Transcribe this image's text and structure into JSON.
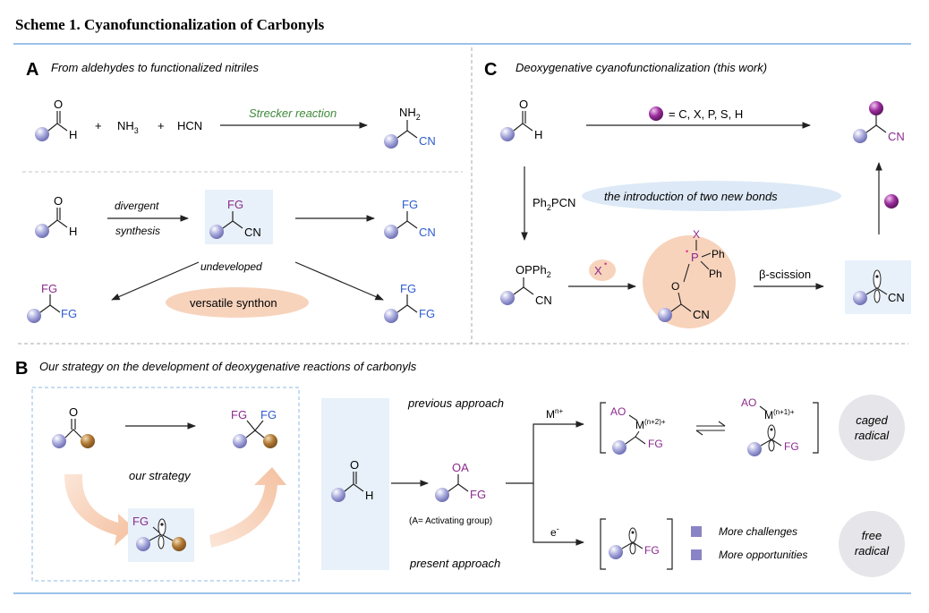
{
  "title": "Scheme 1. Cyanofunctionalization of Carbonyls",
  "colors": {
    "rule_blue": "#7aaee2",
    "dash_gray": "#a9a9a9",
    "dash_blue": "#8fb8e4",
    "purple": "#8b2a8c",
    "blue": "#2f5bd0",
    "green": "#3f8a3a",
    "pink": "#e0288a",
    "lavender_ball": "#a8a9dc",
    "brown_ball": "#b27a34",
    "light_blue_box": "#e8f1fa",
    "peach": "#f7d3bc",
    "pale_blue_oval": "#dde9f6",
    "gray_circle": "#e6e6ea",
    "square_purple": "#8a84c6"
  },
  "panel_a": {
    "letter": "A",
    "heading": "From aldehydes to functionalized nitriles",
    "o": "O",
    "h": "H",
    "plus": "+",
    "nh": "NH",
    "sub3": "3",
    "sub2": "2",
    "hcn": "HCN",
    "strecker": "Strecker reaction",
    "cn": "CN",
    "fg": "FG",
    "divergent": "divergent",
    "synthesis": "synthesis",
    "undeveloped": "undeveloped",
    "versatile": "versatile synthon"
  },
  "panel_c": {
    "letter": "C",
    "heading": "Deoxygenative cyanofunctionalization (this work)",
    "ball_legend": "= C, X, P, S, H",
    "ph2pcn_ph": "Ph",
    "ph2pcn_pcn": "PCN",
    "two_bonds": "the introduction of two new bonds",
    "oppph": "OPPh",
    "x": "X",
    "dot": "•",
    "p": "P",
    "ph": "Ph",
    "o": "O",
    "beta": "β-scission",
    "cn": "CN",
    "h": "H"
  },
  "panel_b": {
    "letter": "B",
    "heading": "Our strategy on the development of deoxygenative reactions of carbonyls",
    "fg": "FG",
    "our_strategy": "our strategy",
    "previous": "previous approach",
    "present": "present approach",
    "o": "O",
    "h": "H",
    "oa": "OA",
    "activating": "(A= Activating group)",
    "m": "M",
    "m_sup": "n+",
    "e": "e",
    "e_sup": "-",
    "ao": "AO",
    "m_n2": "(n+2)+",
    "m_n1": "(n+1)+",
    "caged1": "caged",
    "caged2": "radical",
    "free1": "free",
    "free2": "radical",
    "legend_challenges": "More challenges",
    "legend_opportunities": "More opportunities"
  }
}
